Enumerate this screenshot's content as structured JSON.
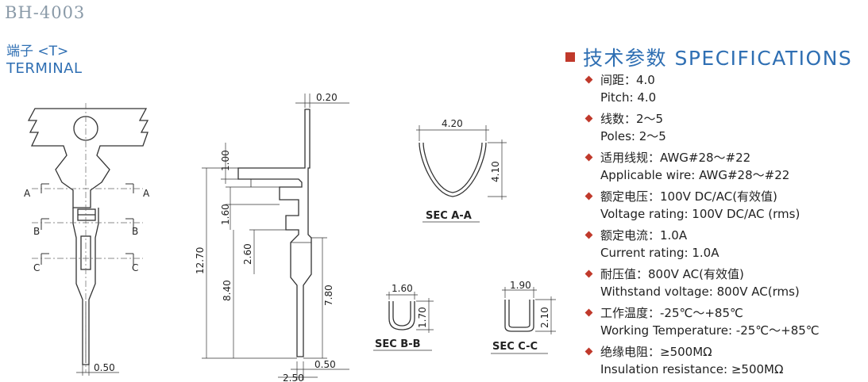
{
  "header": {
    "model": "BH-4003"
  },
  "terminal": {
    "label_cn": "端子 <T>",
    "label_en": "TERMINAL"
  },
  "specs": {
    "title": "技术参数 SPECIFICATIONS",
    "items": [
      {
        "cn": "间距：4.0",
        "en": "Pitch: 4.0"
      },
      {
        "cn": "线数：2～5",
        "en": "Poles: 2～5"
      },
      {
        "cn": "适用线规：AWG#28～#22",
        "en": "Applicable wire: AWG#28～#22"
      },
      {
        "cn": "额定电压：100V DC/AC(有效值)",
        "en": "Voltage rating: 100V DC/AC (rms)"
      },
      {
        "cn": "额定电流：1.0A",
        "en": "Current rating: 1.0A"
      },
      {
        "cn": "耐压值：800V AC(有效值)",
        "en": "Withstand voltage: 800V AC(rms)"
      },
      {
        "cn": "工作温度：-25℃～+85℃",
        "en": "Working Temperature: -25℃～+85℃"
      },
      {
        "cn": "绝缘电阻：≥500MΩ",
        "en": "Insulation resistance: ≥500MΩ"
      }
    ]
  },
  "drawing": {
    "front": {
      "a": "A",
      "b": "B",
      "c": "C",
      "dim_tip": "0.50"
    },
    "side": {
      "dim_top": "0.20",
      "dim_100": "1.00",
      "dim_160": "1.60",
      "dim_260": "2.60",
      "dim_1270": "12.70",
      "dim_840": "8.40",
      "dim_780": "7.80",
      "dim_050": "0.50",
      "dim_250": "2.50"
    },
    "sec_a": {
      "width": "4.20",
      "height": "4.10",
      "label": "SEC  A-A"
    },
    "sec_b": {
      "width": "1.60",
      "height": "1.70",
      "label": "SEC  B-B"
    },
    "sec_c": {
      "width": "1.90",
      "height": "2.10",
      "label": "SEC  C-C"
    }
  }
}
